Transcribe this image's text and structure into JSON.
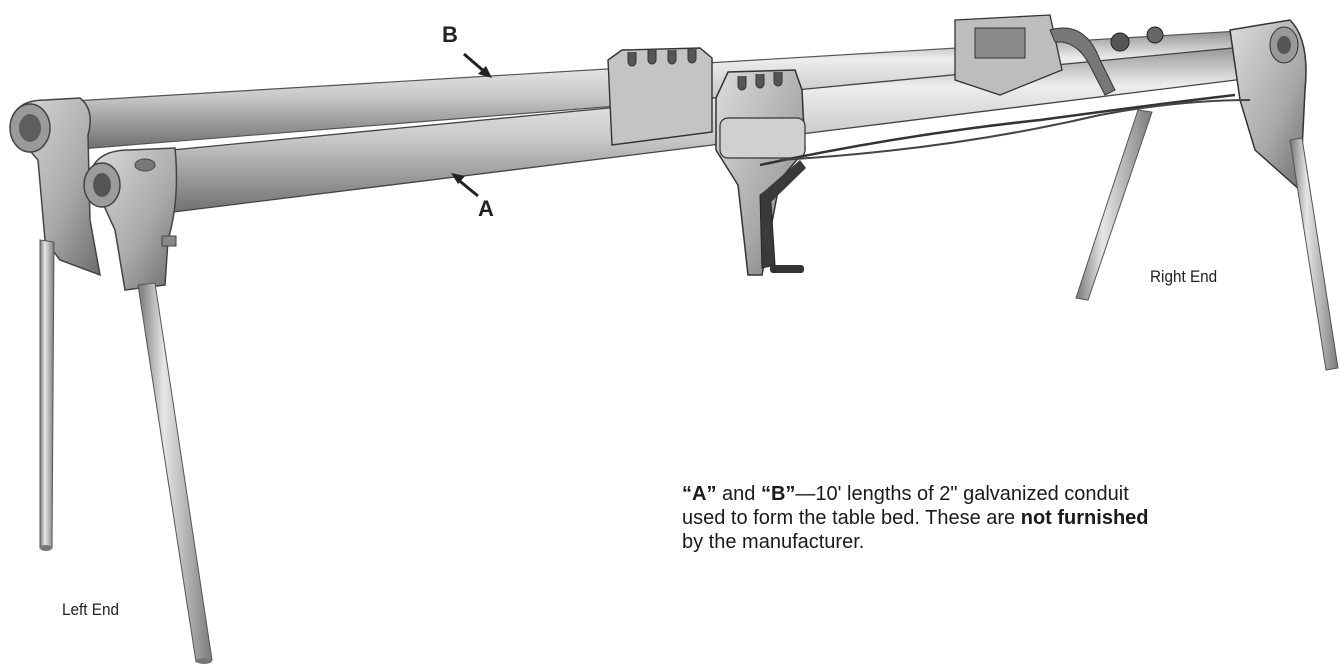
{
  "labels": {
    "letter_b": "B",
    "letter_a": "A",
    "right_end": "Right End",
    "left_end": "Left End"
  },
  "caption": {
    "q1_open": "“",
    "a": "A",
    "q1_close": "”",
    "and_text": " and ",
    "q2_open": "“",
    "b": "B",
    "q2_close": "”",
    "line1_rest": "—10' lengths of 2\" galvanized conduit",
    "line2_pre": "used to form the table bed. These are ",
    "line2_bold": "not furnished",
    "line3": "by the manufacturer."
  },
  "colors": {
    "tube_light": "#e8e8e8",
    "tube_mid": "#b9b9b9",
    "tube_dark": "#6f6f6f",
    "metal_dark": "#3a3a3a"
  }
}
